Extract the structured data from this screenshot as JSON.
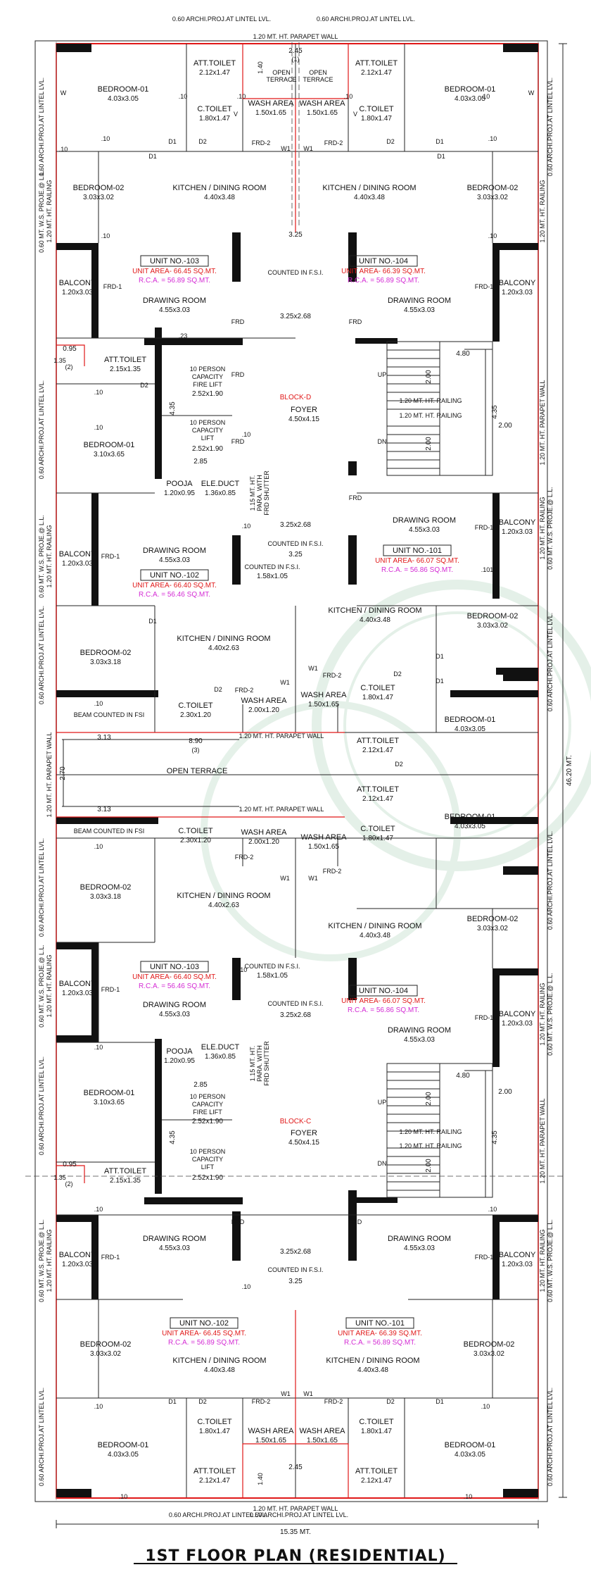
{
  "title": "1ST FLOOR PLAN (RESIDENTIAL)",
  "overall": {
    "width_dim": "15.35 MT.",
    "height_dim": "46.20 MT."
  },
  "edge": {
    "top_lintel_left": "0.60 ARCHI.PROJ.AT LINTEL LVL.",
    "top_lintel_right": "0.60 ARCHI.PROJ.AT LINTEL LVL.",
    "parapet_top": "1.20 MT. HT. PARAPET WALL",
    "parapet_bottom": "1.20 MT. HT. PARAPET WALL",
    "bottom_lintel_left": "0.60 ARCHI.PROJ.AT LINTEL LVL.",
    "bottom_lintel_right": "0.60 ARCHI.PROJ.AT LINTEL LVL.",
    "left_archi": "0.60 ARCHI.PROJ.AT LINTEL LVL.",
    "left_ws": "0.60 MT. W.S. PROJE.@ L.L.",
    "left_rail": "1.20 MT. HT. RAILING",
    "right_archi": "0.60 ARCHI.PROJ.AT LINTEL LVL.",
    "right_ws": "0.60 MT. W.S. PROJE.@ L.L.",
    "right_rail": "1.20 MT. HT. RAILING",
    "right_parapet": "1.20 MT. HT. PARAPET WALL",
    "left_parapet": "1.20 MT. HT. PARAPET WALL",
    "stair_rail": "1.20 MT. HT. RAILING"
  },
  "rooms": {
    "bedroom01": "BEDROOM-01",
    "bedroom02": "BEDROOM-02",
    "att_toilet": "ATT.TOILET",
    "c_toilet": "C.TOILET",
    "kitchen": "KITCHEN / DINING ROOM",
    "drawing": "DRAWING ROOM",
    "balcony": "BALCONY",
    "wash": "WASH AREA",
    "open_terrace": "OPEN TERRACE",
    "open_terrace_split": [
      "OPEN",
      "TERRACE"
    ],
    "foyer": "FOYER",
    "pooja": "POOJA",
    "ele_duct": "ELE.DUCT",
    "fire_lift": [
      "10 PERSON",
      "CAPACITY",
      "FIRE LIFT"
    ],
    "lift": [
      "10 PERSON",
      "CAPACITY",
      "LIFT"
    ],
    "counted_fsi": "COUNTED IN F.S.I.",
    "beam_fsi": "BEAM COUNTED IN FSI",
    "frd_shutter": [
      "1.15 MT. HT.",
      "PARA. WITH",
      "FRD SHUTTER"
    ],
    "block_d": "BLOCK-D",
    "block_c": "BLOCK-C",
    "up": "UP",
    "dn": "DN"
  },
  "dims": {
    "bed1_a": "4.03x3.05",
    "bed2_a": "3.03x3.02",
    "bed1_b": "3.10x3.65",
    "bed2_b": "3.03x3.18",
    "att_toilet": "2.12x1.47",
    "c_toilet": "1.80x1.47",
    "c_toilet_b": "2.30x1.20",
    "att_toilet_b": "2.15x1.35",
    "kitchen_a": "4.40x3.48",
    "kitchen_b": "4.40x2.63",
    "drawing": "4.55x3.03",
    "balcony": "1.20x3.03",
    "wash": "1.50x1.65",
    "wash_b": "2.00x1.20",
    "foyer": "4.50x4.15",
    "lift": "2.52x1.90",
    "pooja": "1.20x0.95",
    "ele_duct": "1.36x0.85",
    "lobby": "3.25x2.68",
    "lobby_w": "3.25",
    "void": "1.58x1.05",
    "terrace_top": "2.45",
    "terrace_top_n": "(1)",
    "terrace_mid": "8.90",
    "terrace_mid_n": "(3)",
    "d313": "3.13",
    "d270": "2.70",
    "d285": "2.85",
    "d435": "4.35",
    "d480": "4.80",
    "d200": "2.00",
    "d095": "0.95",
    "d135": "1.35",
    "d2n": "(2)",
    "d23": ".23",
    "d10": ".10",
    "d140": "1.40"
  },
  "doors": {
    "d1": "D1",
    "d2": "D2",
    "frd": "FRD",
    "frd1": "FRD-1",
    "frd2": "FRD-2",
    "w": "W",
    "w1": "W1",
    "v": "V"
  },
  "units": [
    {
      "name": "UNIT NO.-103",
      "area": "UNIT AREA- 66.45 SQ.MT.",
      "rca": "R.C.A. = 56.89 SQ.MT."
    },
    {
      "name": "UNIT NO.-104",
      "area": "UNIT AREA- 66.39 SQ.MT.",
      "rca": "R.C.A. = 56.89 SQ.MT."
    },
    {
      "name": "UNIT NO.-101",
      "area": "UNIT AREA- 66.07 SQ.MT.",
      "rca": "R.C.A. = 56.86 SQ.MT."
    },
    {
      "name": "UNIT NO.-102",
      "area": "UNIT AREA- 66.40 SQ.MT.",
      "rca": "R.C.A. = 56.46 SQ.MT."
    },
    {
      "name": "UNIT NO.-103",
      "area": "UNIT AREA- 66.40 SQ.MT.",
      "rca": "R.C.A. = 56.46 SQ.MT."
    },
    {
      "name": "UNIT NO.-104",
      "area": "UNIT AREA- 66.07 SQ.MT.",
      "rca": "R.C.A. = 56.86 SQ.MT."
    },
    {
      "name": "UNIT NO.-102",
      "area": "UNIT AREA- 66.45 SQ.MT.",
      "rca": "R.C.A. = 56.89 SQ.MT."
    },
    {
      "name": "UNIT NO.-101",
      "area": "UNIT AREA- 66.39 SQ.MT.",
      "rca": "R.C.A. = 56.89 SQ.MT."
    }
  ],
  "colors": {
    "boundary": "#e01818",
    "unit_area": "#e01818",
    "rca": "#d42bd4",
    "wall": "#111111"
  }
}
